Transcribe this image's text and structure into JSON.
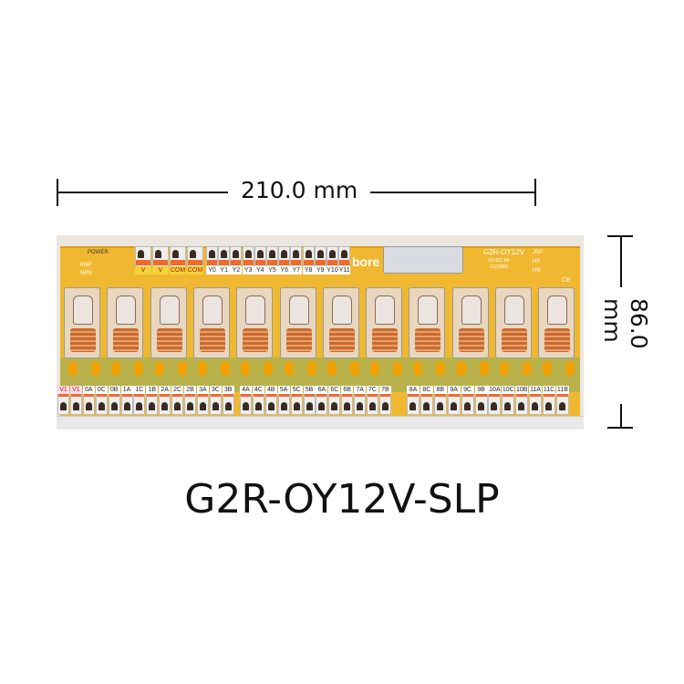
{
  "dimensions": {
    "width": "210.0 mm",
    "height": "86.0 mm"
  },
  "product": {
    "model": "G2R-OY12V-SLP",
    "brand": "bore",
    "board_model": "G2R-OY12V",
    "rating": "24VDC 5A",
    "cert": "E119881",
    "jumpers": [
      "JSP",
      "HP",
      "HN"
    ],
    "pcb_marks": [
      "POWER",
      "PNP",
      "NPN"
    ],
    "ce": "CE"
  },
  "top_power_terminals": [
    "V",
    "V",
    "COM",
    "COM"
  ],
  "top_output_terminals": [
    "Y0",
    "Y1",
    "Y2",
    "Y3",
    "Y4",
    "Y5",
    "Y6",
    "Y7",
    "Y8",
    "Y9",
    "Y10",
    "Y11"
  ],
  "bottom_terminals": [
    [
      "V1",
      "V1",
      "0A",
      "0C",
      "0B",
      "1A",
      "1C",
      "1B",
      "2A",
      "2C",
      "2B",
      "3A",
      "3C",
      "3B"
    ],
    [
      "4A",
      "4C",
      "4B",
      "5A",
      "5C",
      "5B",
      "6A",
      "6C",
      "6B",
      "7A",
      "7C",
      "7B"
    ],
    [
      "8A",
      "8C",
      "8B",
      "9A",
      "9C",
      "9B",
      "10A",
      "10C",
      "10B",
      "11A",
      "11C",
      "11B"
    ]
  ],
  "relay_count": 12
}
